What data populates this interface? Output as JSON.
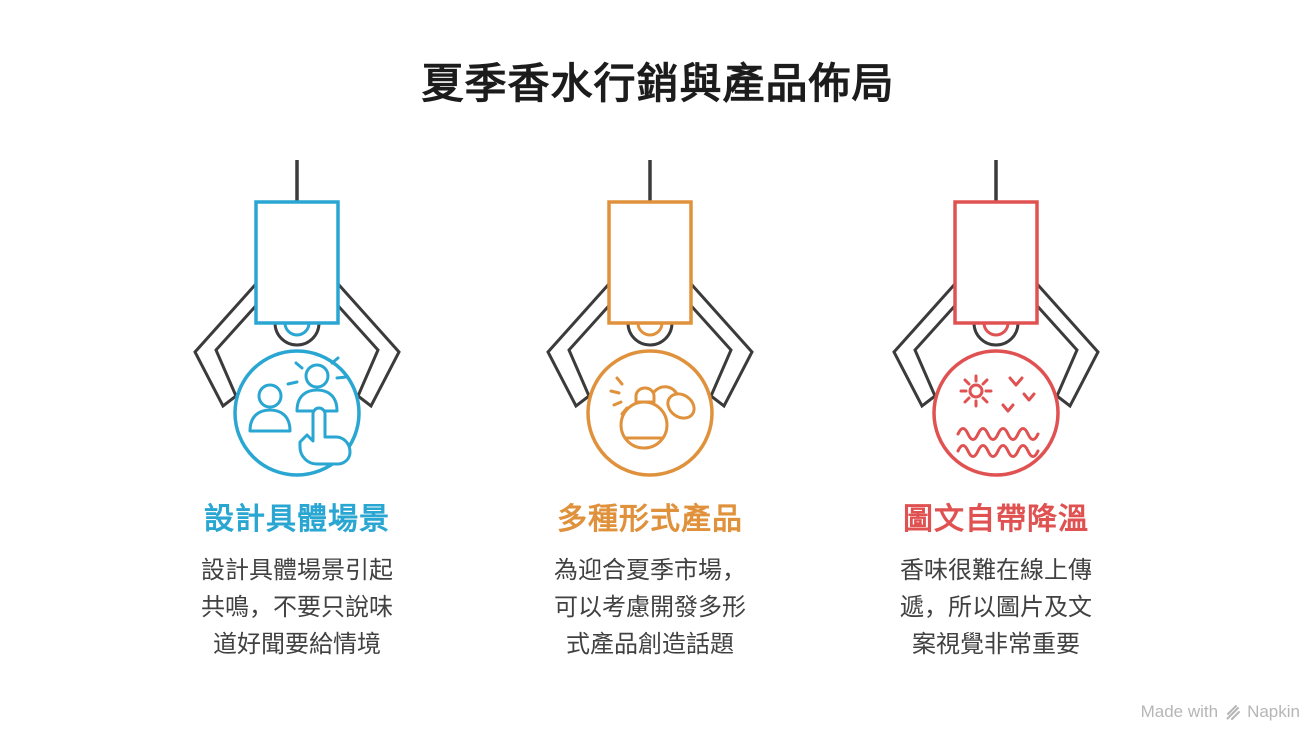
{
  "title": "夏季香水行銷與產品佈局",
  "colors": {
    "blue_accent": "#2AA6D2",
    "orange_accent": "#E0913C",
    "red_accent": "#E05252",
    "claw_stroke": "#3B3B3B",
    "title_text": "#1C1C1C",
    "body_text": "#414141",
    "watermark_text": "#B6B6B6"
  },
  "columns": [
    {
      "accent": "#2AA6D2",
      "icon": "people-tap-icon",
      "heading": "設計具體場景",
      "body": "設計具體場景引起共鳴，不要只說味道好聞要給情境"
    },
    {
      "accent": "#E0913C",
      "icon": "perfume-atomizer-icon",
      "heading": "多種形式產品",
      "body": "為迎合夏季市場，可以考慮開發多形式產品創造話題"
    },
    {
      "accent": "#E05252",
      "icon": "sun-sea-icon",
      "heading": "圖文自帶降溫",
      "body": "香味很難在線上傳遞，所以圖片及文案視覺非常重要"
    }
  ],
  "watermark": {
    "text": "Made with",
    "brand": "Napkin"
  }
}
